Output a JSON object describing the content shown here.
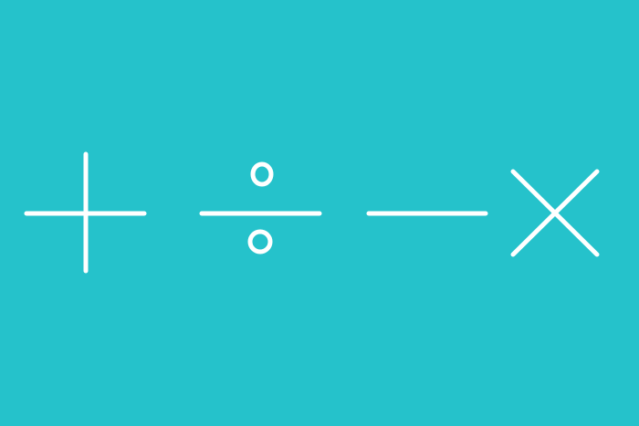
{
  "background_color": "#25c2cb",
  "symbol_color": "#ffffff",
  "symbols": [
    {
      "name": "plus-icon",
      "meaning": "add"
    },
    {
      "name": "divide-icon",
      "meaning": "divide"
    },
    {
      "name": "minus-icon",
      "meaning": "subtract"
    },
    {
      "name": "times-icon",
      "meaning": "multiply"
    }
  ]
}
